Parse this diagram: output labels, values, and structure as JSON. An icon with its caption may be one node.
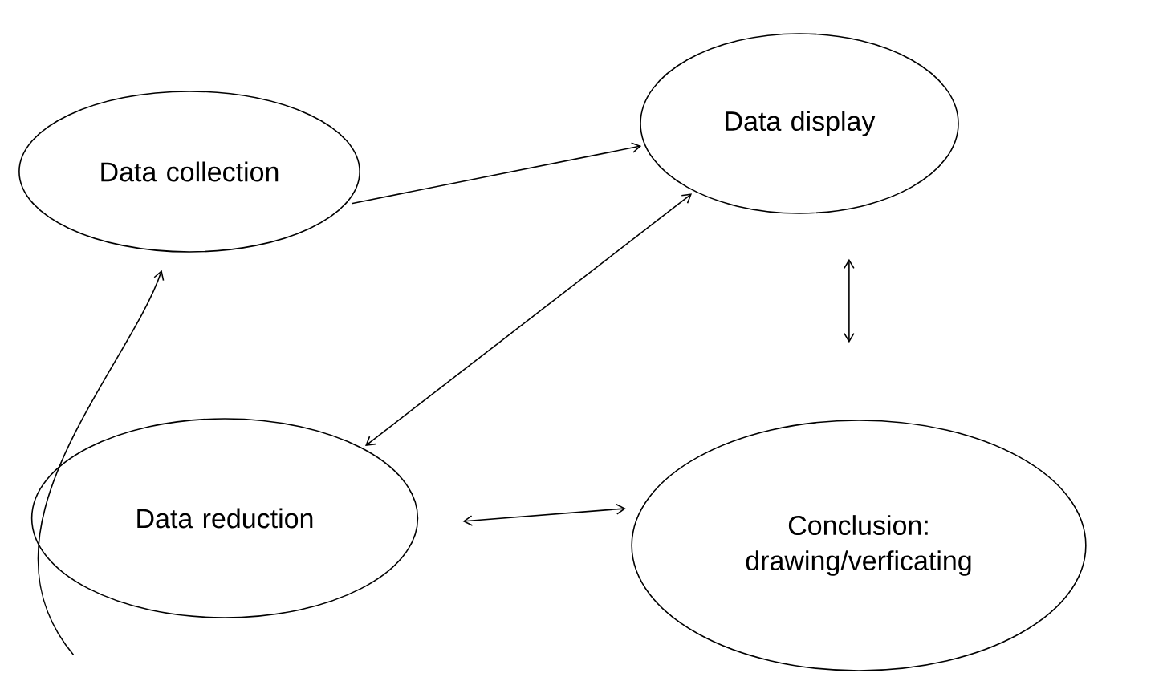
{
  "diagram": {
    "nodes": [
      {
        "text": [
          "Data collection"
        ]
      },
      {
        "text": [
          "Data display"
        ]
      },
      {
        "text": [
          "Data reduction"
        ]
      },
      {
        "text": [
          "Conclusion: drawing/verficating"
        ]
      }
    ],
    "edges": [
      {
        "from": 0,
        "to": 1,
        "arrow": "to"
      },
      {
        "from": 1,
        "to": 2,
        "arrow": "both"
      },
      {
        "from": 1,
        "to": 3,
        "arrow": "both"
      },
      {
        "from": 2,
        "to": 3,
        "arrow": "both"
      },
      {
        "from": 2,
        "to": 0,
        "arrow": "to"
      }
    ]
  }
}
